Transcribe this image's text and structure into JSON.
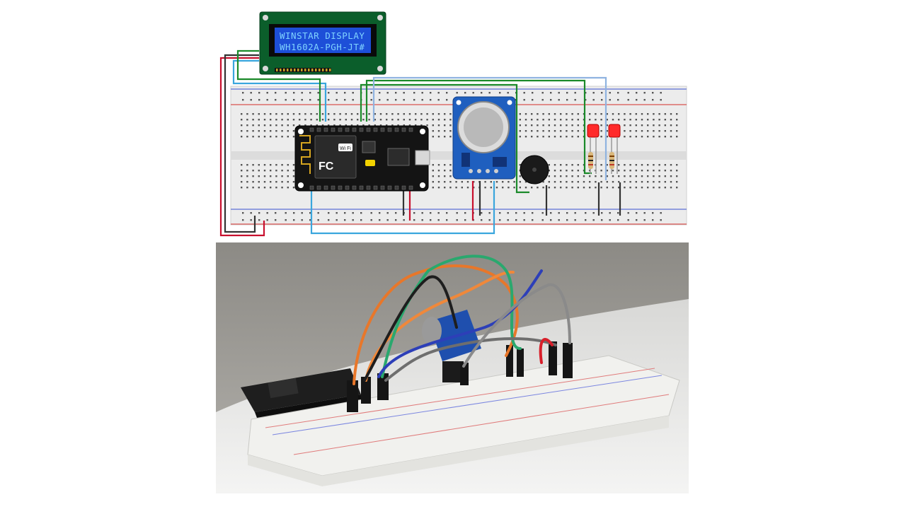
{
  "lcd": {
    "line1": "WINSTAR DISPLAY",
    "line2": "WH1602A-PGH-JT#"
  },
  "nodemcu": {
    "wifi_badge": "Wi Fi",
    "fc_mark": "FC"
  },
  "colors": {
    "breadboard": "#e9e9e9",
    "rail_red": "#d9534f",
    "rail_blue": "#5b6fd6",
    "wire_red": "#c8102e",
    "wire_green": "#1b8a2a",
    "wire_blue": "#3aa6dd",
    "wire_lightblue": "#8fb3e0",
    "wire_dark": "#222222",
    "lcd_bezel": "#0b5e2b",
    "lcd_screen": "#1d4fd8",
    "sensor_board": "#1f5fbf",
    "led_red": "#ff2a2a",
    "photo_bg": "#8c8c88"
  }
}
